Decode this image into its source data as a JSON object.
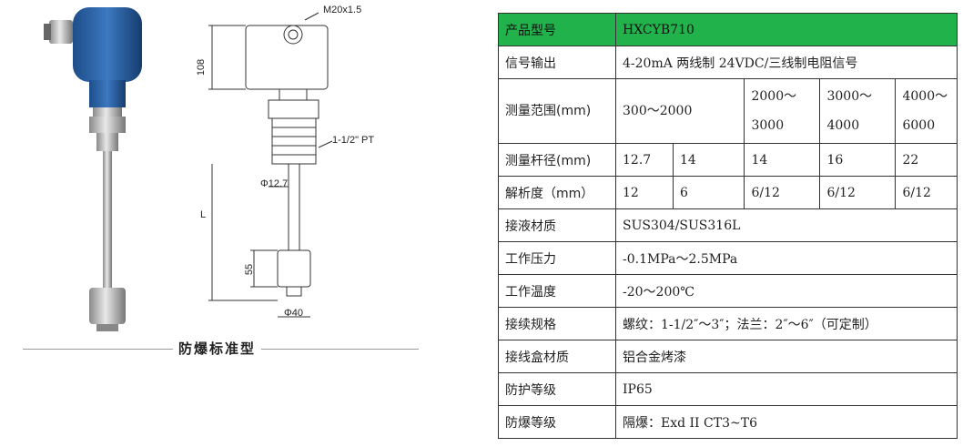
{
  "left": {
    "caption": "防爆标准型",
    "dims": {
      "thread_top": "M20x1.5",
      "height_108": "108",
      "thread_pt": "1-1/2\" PT",
      "rod_diameter": "Φ12.7",
      "length_L": "L",
      "float_55": "55",
      "float_diameter": "Φ40"
    }
  },
  "table": {
    "model": {
      "label": "产品型号",
      "value": "HXCYB710"
    },
    "signal": {
      "label": "信号输出",
      "value": "4-20mA 两线制 24VDC/三线制电阻信号"
    },
    "range": {
      "label": "测量范围(mm)",
      "v1": "300～2000",
      "v2": "2000～",
      "v2b": "3000",
      "v3": "3000～",
      "v3b": "4000",
      "v4": "4000～",
      "v4b": "6000"
    },
    "rod": {
      "label": "测量杆径(mm)",
      "values": [
        "12.7",
        "14",
        "14",
        "16",
        "22"
      ]
    },
    "resolution": {
      "label": "解析度（mm）",
      "values": [
        "12",
        "6",
        "6/12",
        "6/12",
        "6/12"
      ]
    },
    "material": {
      "label": "接液材质",
      "value": "SUS304/SUS316L"
    },
    "pressure": {
      "label": "工作压力",
      "value": "-0.1MPa～2.5MPa"
    },
    "temperature": {
      "label": "工作温度",
      "value": "-20～200℃"
    },
    "connection": {
      "label": "接续规格",
      "value": "螺纹：1-1/2″～3″；法兰：2″～6″（可定制）"
    },
    "box": {
      "label": "接线盒材质",
      "value": "铝合金烤漆"
    },
    "ip": {
      "label": "防护等级",
      "value": "IP65"
    },
    "ex": {
      "label": "防爆等级",
      "value": "隔爆：Exd II CT3~T6"
    }
  }
}
